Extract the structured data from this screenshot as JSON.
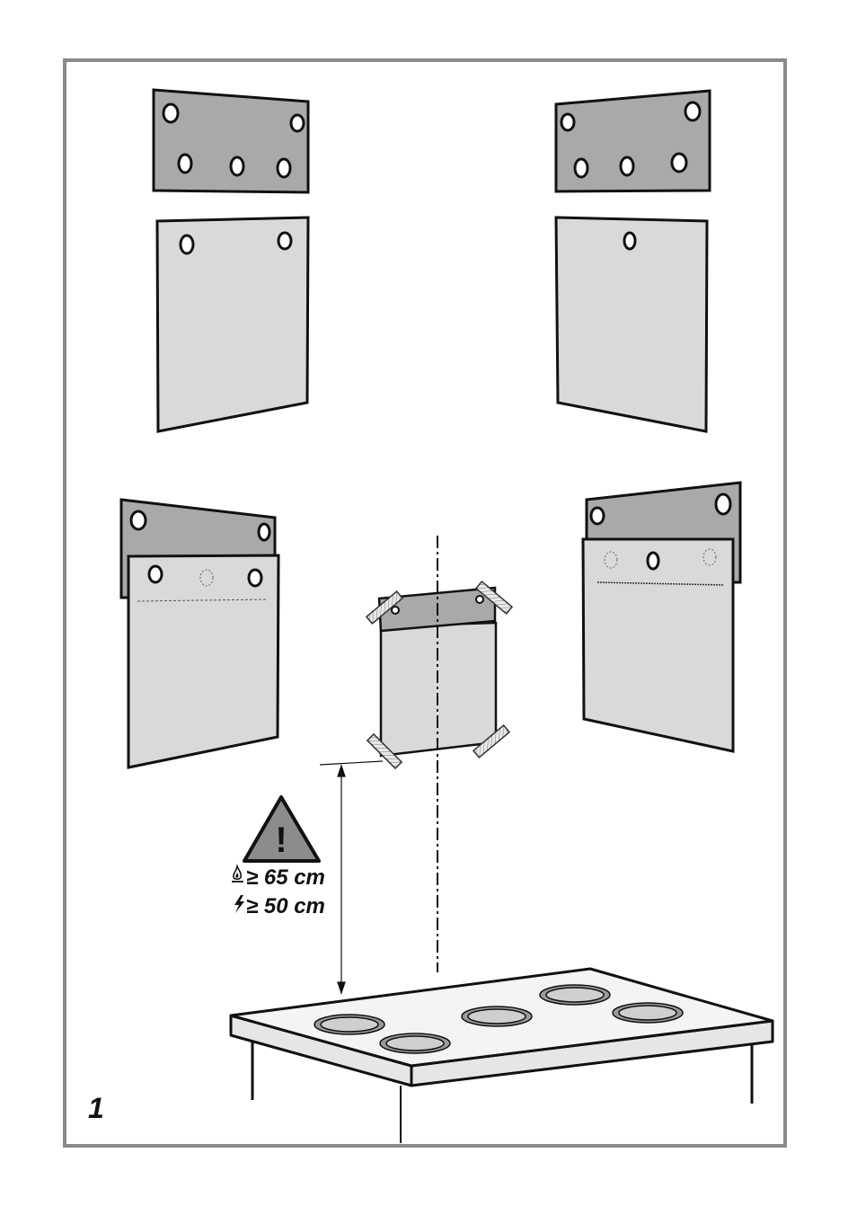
{
  "figure": {
    "number": "1"
  },
  "warning": {
    "symbol": "!",
    "gas_icon": "gas-flame-icon",
    "gas_text": "≥ 65 cm",
    "electric_icon": "lightning-icon",
    "electric_text": "≥ 50 cm"
  },
  "colors": {
    "dark_plate": "#a9a9a9",
    "light_sheet": "#d9d9d9",
    "burner": "#cfcfcf",
    "outline": "#111111",
    "frame": "#8a8a8a"
  }
}
